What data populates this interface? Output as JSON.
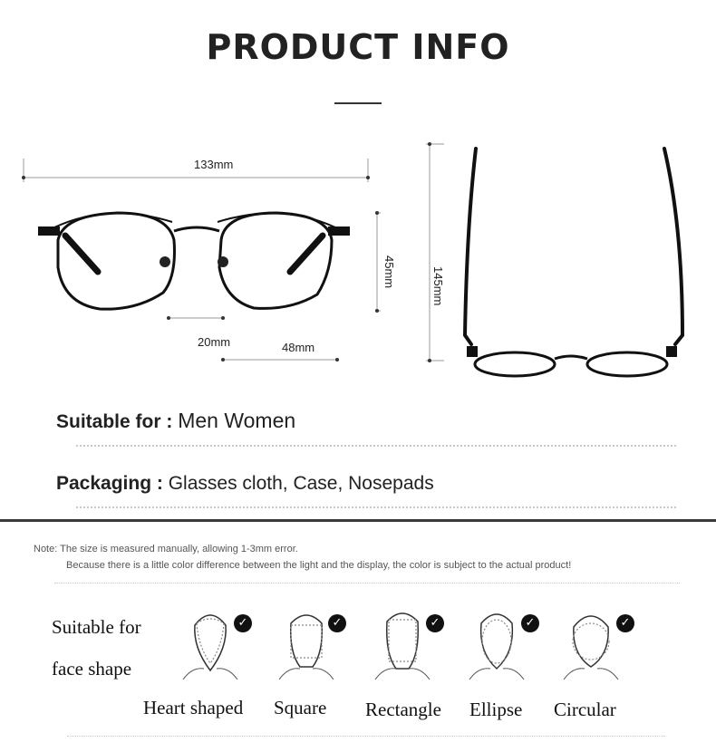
{
  "title": "PRODUCT INFO",
  "dimensions": {
    "width": "133mm",
    "lens_height": "45mm",
    "bridge": "20mm",
    "lens_width": "48mm",
    "temple_length": "145mm"
  },
  "specs": {
    "suitable_label": "Suitable for :",
    "suitable_value": "Men Women",
    "packaging_label": "Packaging :",
    "packaging_value": "Glasses cloth, Case, Nosepads"
  },
  "note": {
    "line1": "Note: The size is measured manually, allowing 1-3mm error.",
    "line2": "Because there is a little color difference between the light and the display, the color is subject to the actual product!"
  },
  "face_shape": {
    "label_line1": "Suitable for",
    "label_line2": "face shape",
    "check_glyph": "✓",
    "shapes": [
      "Heart shaped",
      "Square",
      "Rectangle",
      "Ellipse",
      "Circular"
    ]
  },
  "icons": {
    "front": "glasses-front-view-icon",
    "side": "glasses-top-view-icon",
    "faces": [
      "heart-face-icon",
      "square-face-icon",
      "rectangle-face-icon",
      "ellipse-face-icon",
      "circular-face-icon"
    ],
    "check": "check-icon"
  }
}
